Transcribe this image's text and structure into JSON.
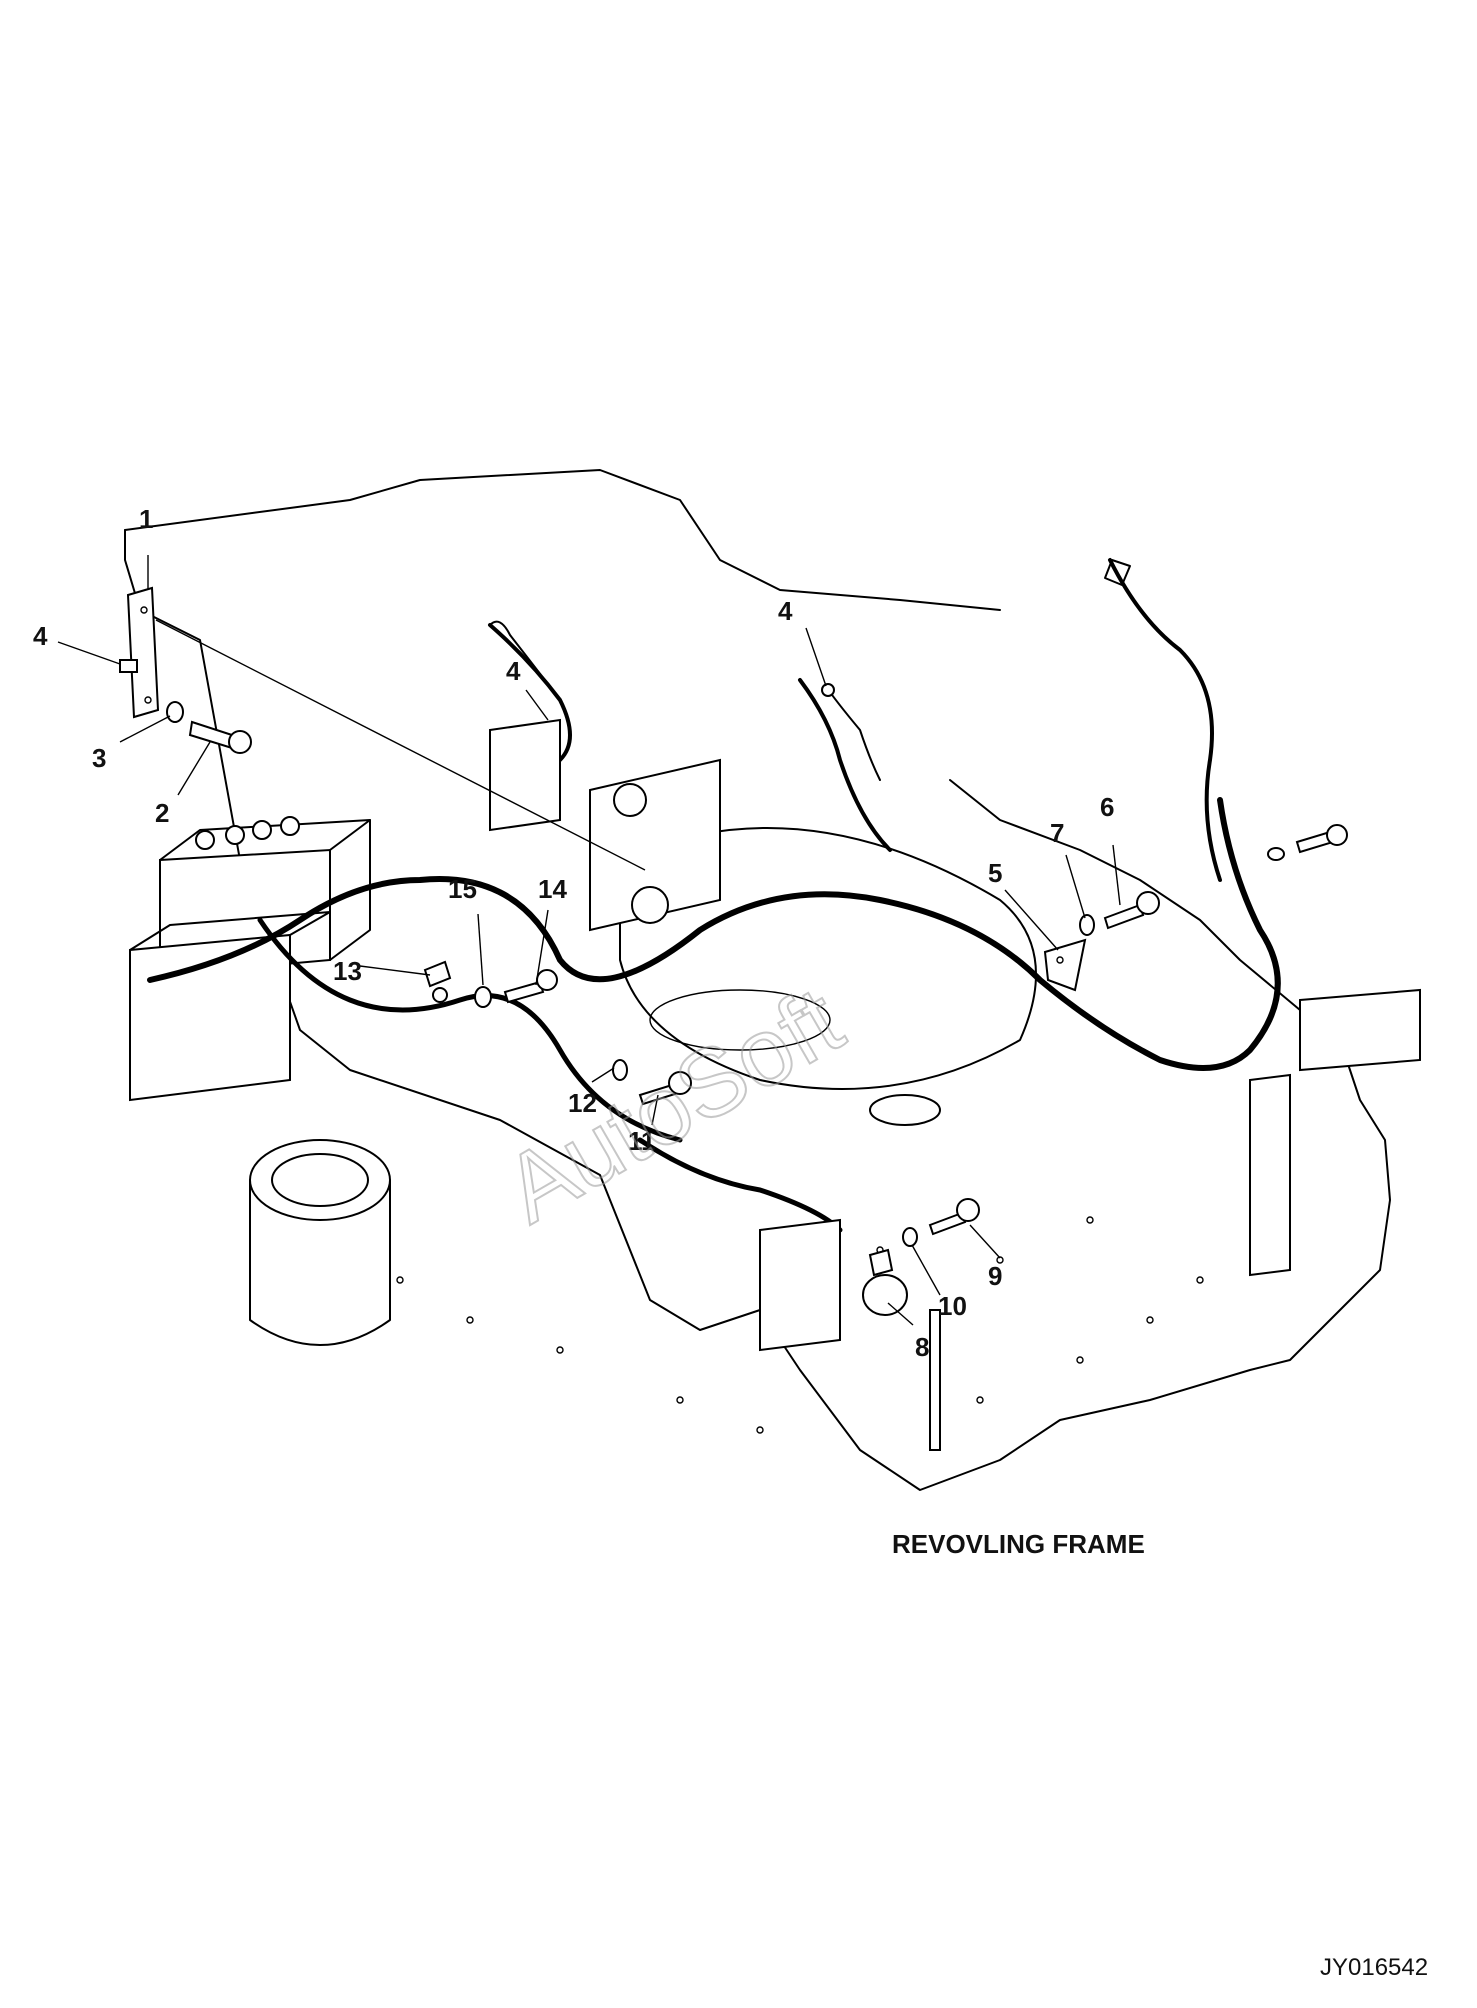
{
  "diagram": {
    "title": "REVOVLING FRAME",
    "drawing_number": "JY016542",
    "watermark": "AutoSoft",
    "callouts": [
      {
        "id": "c1",
        "label": "1"
      },
      {
        "id": "c2",
        "label": "2"
      },
      {
        "id": "c3",
        "label": "3"
      },
      {
        "id": "c4a",
        "label": "4"
      },
      {
        "id": "c4b",
        "label": "4"
      },
      {
        "id": "c4c",
        "label": "4"
      },
      {
        "id": "c5",
        "label": "5"
      },
      {
        "id": "c6",
        "label": "6"
      },
      {
        "id": "c7",
        "label": "7"
      },
      {
        "id": "c8",
        "label": "8"
      },
      {
        "id": "c9",
        "label": "9"
      },
      {
        "id": "c10",
        "label": "10"
      },
      {
        "id": "c11",
        "label": "11"
      },
      {
        "id": "c12",
        "label": "12"
      },
      {
        "id": "c13",
        "label": "13"
      },
      {
        "id": "c14",
        "label": "14"
      },
      {
        "id": "c15",
        "label": "15"
      }
    ]
  }
}
